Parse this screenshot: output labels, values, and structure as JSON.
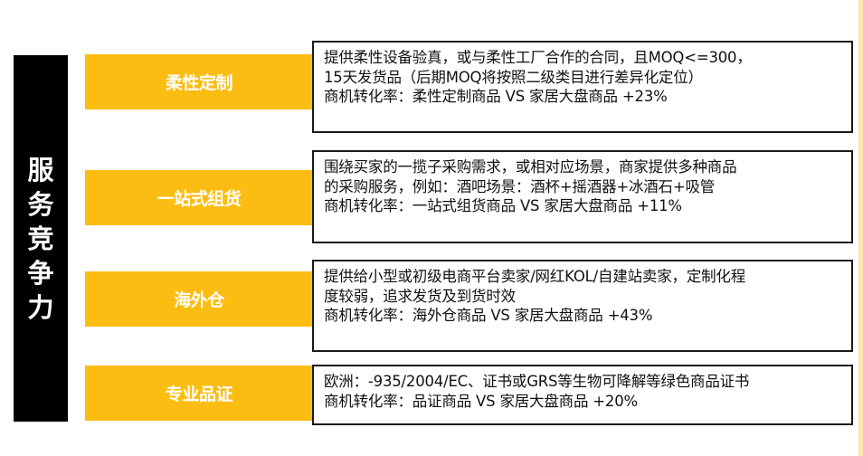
{
  "side_title": "服务竞争力",
  "colors": {
    "banner": "#fcbd12",
    "side_bar": "#000000",
    "banner_text": "#ffffff",
    "right_strip": "#f8e7b0"
  },
  "rows": [
    {
      "label": "柔性定制",
      "lines": [
        "提供柔性设备验真，或与柔性工厂合作的合同，且MOQ<=300，",
        "15天发货品（后期MOQ将按照二级类目进行差异化定位）",
        "商机转化率：柔性定制商品 VS 家居大盘商品  +23%"
      ]
    },
    {
      "label": "一站式组货",
      "lines": [
        "围绕买家的一揽子采购需求，或相对应场景，商家提供多种商品",
        "的采购服务，例如：酒吧场景：酒杯+摇酒器+冰酒石+吸管",
        "商机转化率：一站式组货商品 VS 家居大盘商品  +11%"
      ]
    },
    {
      "label": "海外仓",
      "lines": [
        "提供给小型或初级电商平台卖家/网红KOL/自建站卖家，定制化程",
        "度较弱，追求发货及到货时效",
        "商机转化率：海外仓商品 VS 家居大盘商品  +43%"
      ]
    },
    {
      "label": "专业品证",
      "lines": [
        "欧洲：-935/2004/EC、证书或GRS等生物可降解等绿色商品证书",
        "商机转化率：品证商品 VS 家居大盘商品  +20%"
      ]
    }
  ]
}
